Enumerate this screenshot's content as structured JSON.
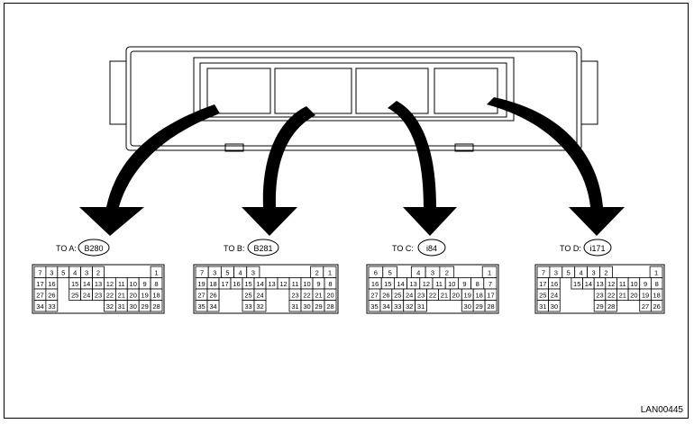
{
  "connectors": [
    {
      "label": "TO A:",
      "code": "B280",
      "rows": [
        [
          "7",
          "3",
          "5",
          "4",
          "3",
          "2",
          "",
          "",
          "",
          "",
          "1"
        ],
        [
          "17",
          "16",
          "",
          "15",
          "14",
          "13",
          "12",
          "11",
          "10",
          "9",
          "8"
        ],
        [
          "27",
          "26",
          "",
          "25",
          "24",
          "23",
          "22",
          "21",
          "20",
          "19",
          "18"
        ],
        [
          "34",
          "33",
          "",
          "",
          "",
          "",
          "32",
          "31",
          "30",
          "29",
          "28"
        ]
      ]
    },
    {
      "label": "TO B:",
      "code": "B281",
      "rows": [
        [
          "7",
          "3",
          "5",
          "4",
          "3",
          "",
          "",
          "",
          "",
          "2",
          "1"
        ],
        [
          "19",
          "18",
          "17",
          "16",
          "15",
          "14",
          "13",
          "12",
          "11",
          "10",
          "9",
          "8"
        ],
        [
          "27",
          "26",
          "",
          "",
          "25",
          "24",
          "",
          "",
          "23",
          "22",
          "21",
          "20"
        ],
        [
          "35",
          "34",
          "",
          "",
          "33",
          "32",
          "",
          "",
          "31",
          "30",
          "29",
          "28"
        ]
      ]
    },
    {
      "label": "TO C:",
      "code": "i84",
      "rows": [
        [
          "6",
          "5",
          "",
          "4",
          "3",
          "2",
          "",
          "",
          "1"
        ],
        [
          "16",
          "15",
          "14",
          "13",
          "12",
          "11",
          "10",
          "9",
          "8",
          "7"
        ],
        [
          "27",
          "26",
          "25",
          "24",
          "23",
          "22",
          "21",
          "20",
          "19",
          "18",
          "17"
        ],
        [
          "35",
          "34",
          "33",
          "32",
          "31",
          "",
          "",
          "",
          "30",
          "29",
          "28"
        ]
      ]
    },
    {
      "label": "TO D:",
      "code": "i171",
      "rows": [
        [
          "7",
          "3",
          "5",
          "4",
          "3",
          "2",
          "",
          "",
          "",
          "1"
        ],
        [
          "17",
          "16",
          "",
          "15",
          "14",
          "13",
          "12",
          "11",
          "10",
          "9",
          "8"
        ],
        [
          "25",
          "24",
          "",
          "",
          "",
          "23",
          "22",
          "21",
          "20",
          "19",
          "18"
        ],
        [
          "31",
          "30",
          "",
          "",
          "",
          "29",
          "28",
          "",
          "",
          "27",
          "26"
        ]
      ]
    }
  ],
  "figure_id": "LAN00445"
}
